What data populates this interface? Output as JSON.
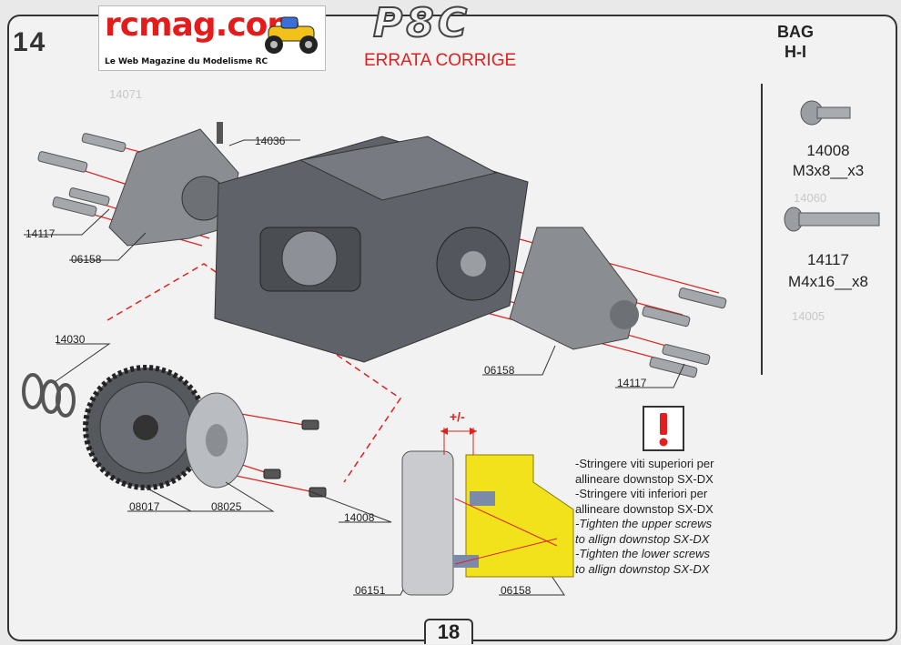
{
  "header": {
    "step_number": "14",
    "logo_text": "rcmag.com",
    "logo_tagline": "Le Web Magazine du Modelisme RC",
    "model_title": "P8C",
    "errata": "ERRATA CORRIGE",
    "page_number": "18"
  },
  "bag": {
    "line1": "BAG",
    "line2": "H-I"
  },
  "side_parts": [
    {
      "code": "14008",
      "spec": "M3x8__x3"
    },
    {
      "code": "14117",
      "spec": "M4x16__x8"
    }
  ],
  "callouts": {
    "c14036": "14036",
    "c14117_left": "14117",
    "c06158_left": "06158",
    "c14030": "14030",
    "c08017": "08017",
    "c08025": "08025",
    "c14008": "14008",
    "c06158_right": "06158",
    "c14117_right": "14117",
    "c06151": "06151",
    "c06158_detail": "06158",
    "plus_minus": "+/-"
  },
  "warning": {
    "icon": "exclamation-icon",
    "lines": [
      "-Stringere viti superiori per",
      "allineare downstop SX-DX",
      "-Stringere viti inferiori per",
      "allineare downstop SX-DX",
      "-Tighten the upper screws",
      "to allign downstop SX-DX",
      "-Tighten the lower screws",
      "to allign downstop SX-DX"
    ]
  },
  "colors": {
    "accent": "#e0201e",
    "yellow_part": "#f2e21c",
    "metal": "#6b6e74"
  }
}
